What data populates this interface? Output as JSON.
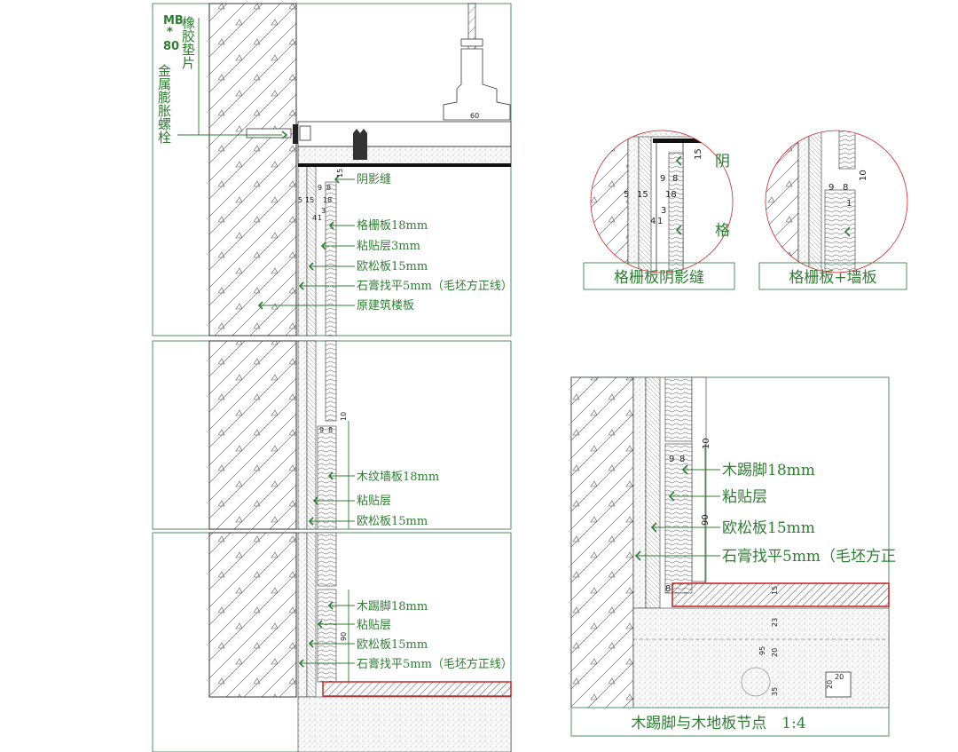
{
  "panel_top": {
    "bolt_code": [
      "MB",
      "*",
      "80"
    ],
    "rubber_pad": "橡胶垫片",
    "bolt_label": "金属膨胀螺栓",
    "labels": [
      "阴影缝",
      "格栅板18mm",
      "粘贴层3mm",
      "欧松板15mm",
      "石膏找平5mm（毛坯方正线）",
      "原建筑楼板"
    ],
    "dims": [
      "15",
      "9",
      "8",
      "5",
      "15",
      "18",
      "3",
      "4",
      "1",
      "60"
    ]
  },
  "panel_mid": {
    "labels": [
      "木纹墙板18mm",
      "粘贴层",
      "欧松板15mm"
    ],
    "dims": [
      "10",
      "9",
      "8"
    ]
  },
  "panel_bottom": {
    "labels": [
      "木踢脚18mm",
      "粘贴层",
      "欧松板15mm",
      "石膏找平5mm（毛坯方正线）"
    ],
    "dims": [
      "90"
    ]
  },
  "detail_shadow": {
    "title": "格栅板阴影缝",
    "label_partial": [
      "阴",
      "格"
    ],
    "dims": [
      "15",
      "9",
      "8",
      "5",
      "15",
      "18",
      "3",
      "4",
      "1"
    ]
  },
  "detail_wallboard": {
    "title": "格栅板+墙板",
    "dims": [
      "10",
      "9",
      "8",
      "1"
    ]
  },
  "detail_skirting": {
    "title": "木踢脚与木地板节点　1:4",
    "labels": [
      "木踢脚18mm",
      "粘贴层",
      "欧松板15mm",
      "石膏找平5mm（毛坯方正"
    ],
    "dims": [
      "10",
      "9",
      "8",
      "90",
      "8",
      "15",
      "23",
      "20",
      "95",
      "35",
      "20",
      "20"
    ]
  },
  "colors": {
    "annotation": "#2e7d32",
    "frame": "#4f8f5f",
    "floor_edge": "#c62828"
  }
}
